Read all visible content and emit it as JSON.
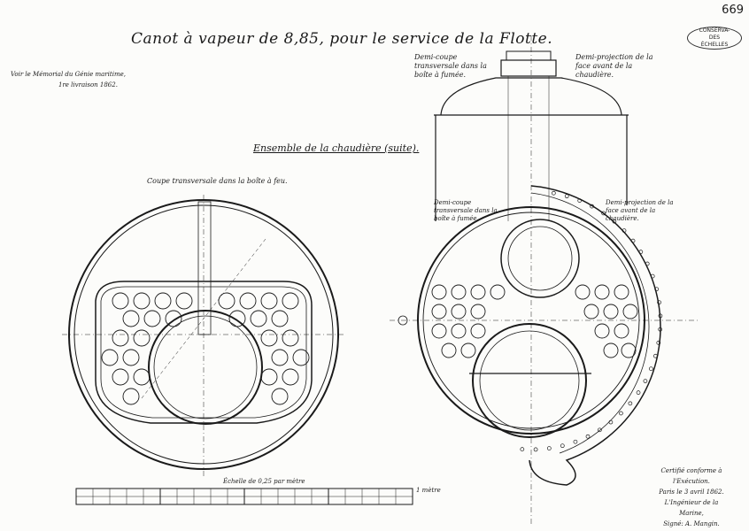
{
  "page_number": "669",
  "title": "Canot à vapeur de 8,85, pour le service de la Flotte.",
  "reference_line1": "Voir le Mémorial du Génie maritime,",
  "reference_line2": "1re livraison 1862.",
  "subtitle": "Ensemble de la chaudière (suite).",
  "left_view_label": "Coupe transversale dans la boîte à feu.",
  "right_left_label": "Demi-coupe transversale dans la boîte à fumée.",
  "right_right_label": "Demi-projection de la face avant de la chaudière.",
  "right_inner_left_label": "Demi-coupe transversale dans la boîte à fumée.",
  "right_inner_right_label": "Demi-projection de la face avant de la chaudière.",
  "scale_label": "Échelle de 0,25 par mètre",
  "scale_unit": "1 mètre",
  "certification": [
    "Certifié conforme à l'Exécution.",
    "Paris le 3 avril 1862.",
    "L'Ingénieur de la Marine,",
    "Signé: A. Mangin."
  ],
  "stamp_text": [
    "CONSERVA-",
    "DES",
    "ÉCHELLES"
  ],
  "colors": {
    "ink": "#1a1a1a",
    "paper": "#fcfcfa"
  }
}
